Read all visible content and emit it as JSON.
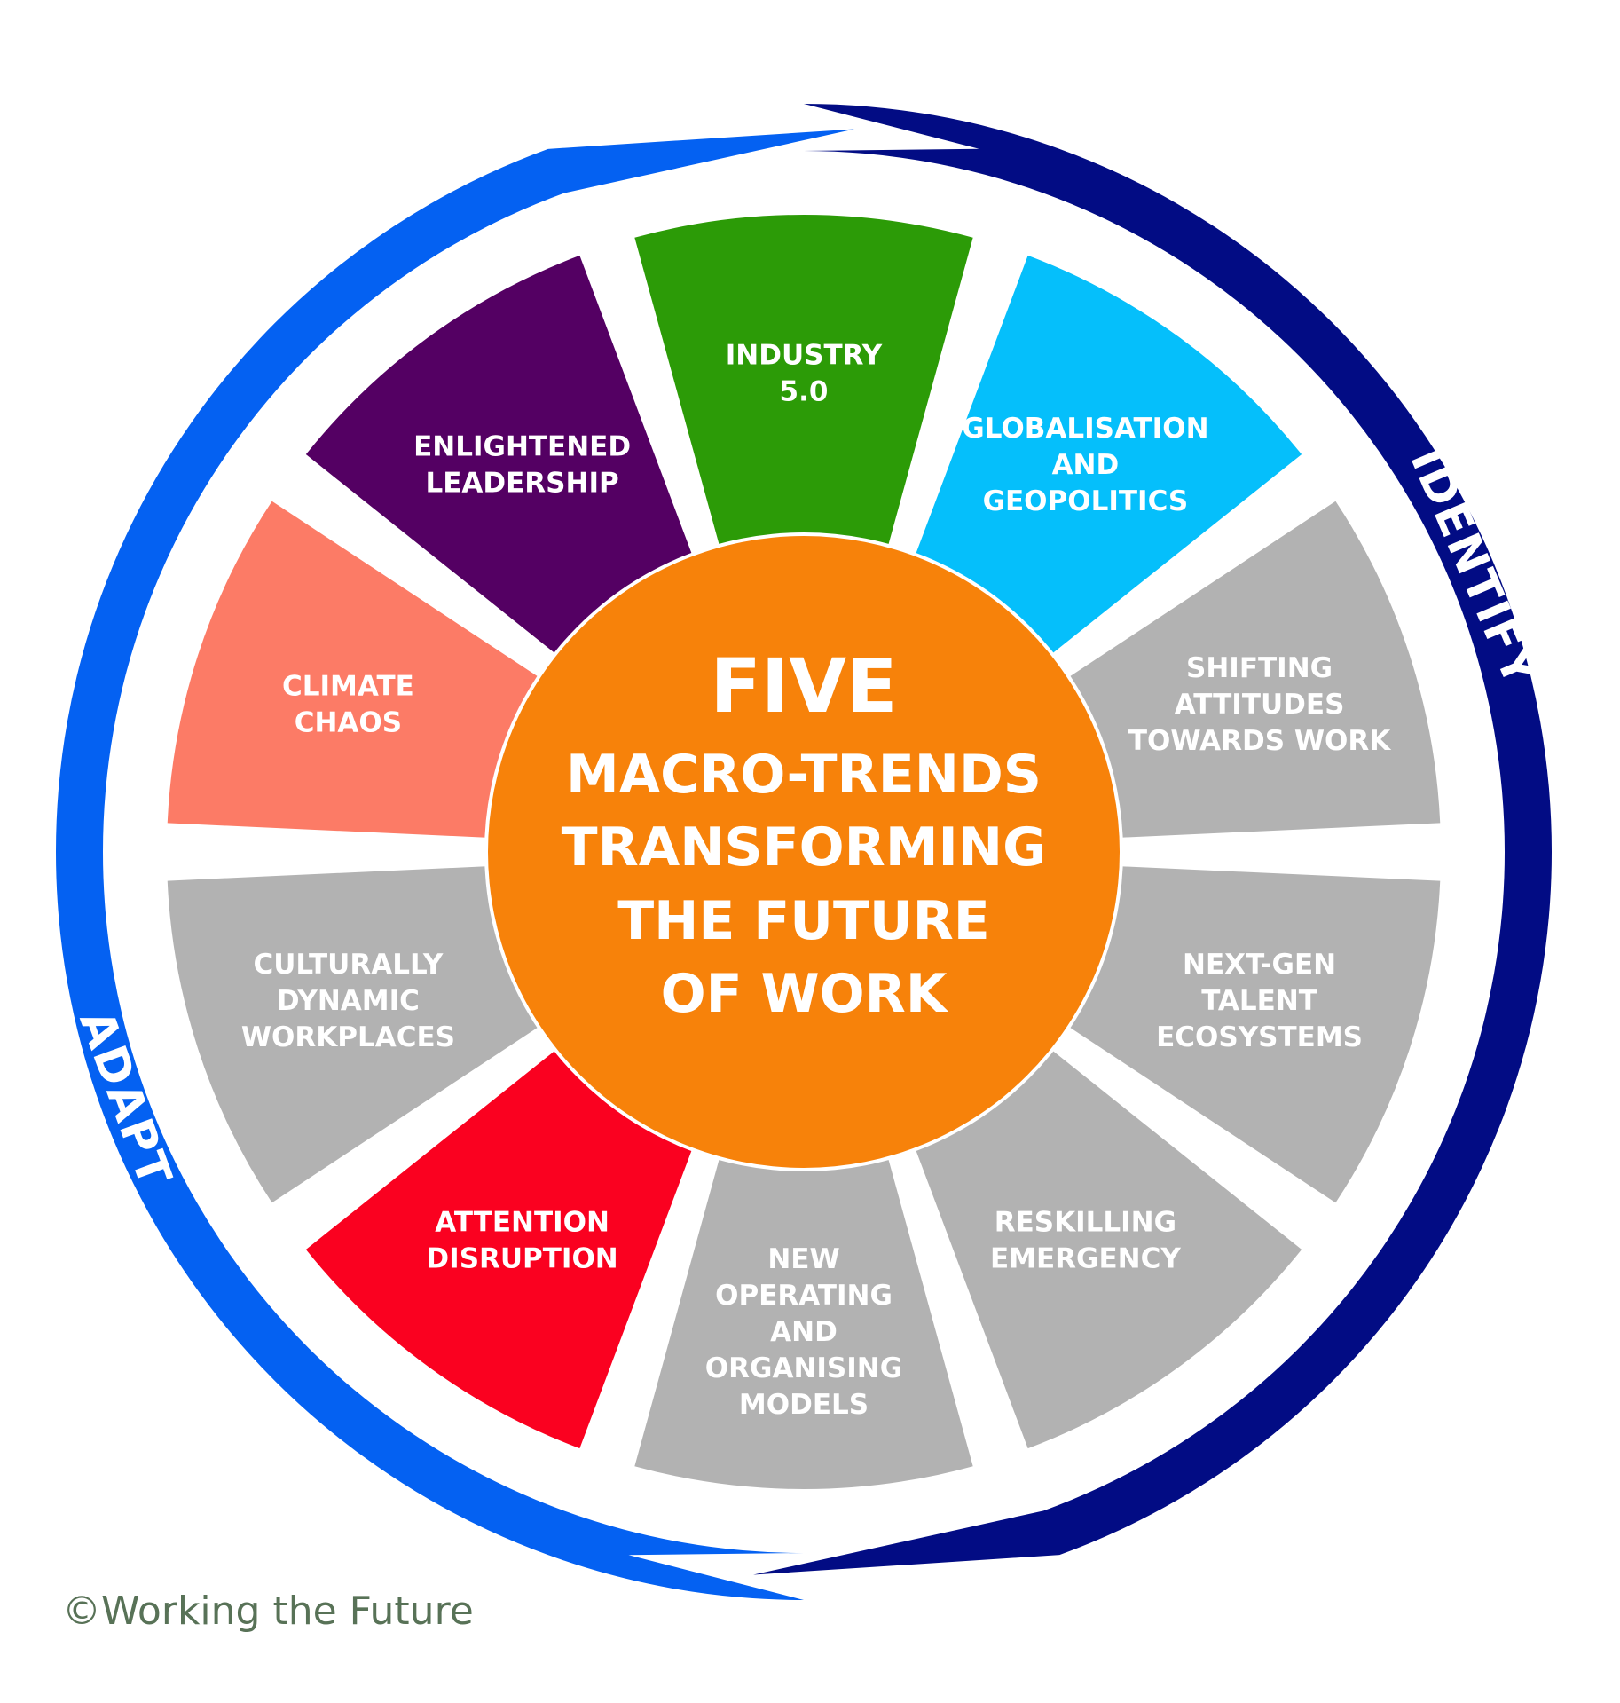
{
  "center": {
    "lines": [
      "FIVE",
      "MACRO-TRENDS",
      "TRANSFORMING",
      "THE FUTURE",
      "OF WORK"
    ],
    "color": "#F7820A"
  },
  "ring": {
    "adapt": {
      "label": "ADAPT",
      "color": "#0461F2"
    },
    "identify": {
      "label": "IDENTIFY",
      "color": "#020C84"
    }
  },
  "segments": [
    {
      "name": "industry-5",
      "lines": [
        "INDUSTRY",
        "5.0"
      ],
      "color": "#2C9B07"
    },
    {
      "name": "globalisation",
      "lines": [
        "GLOBALISATION",
        "AND",
        "GEOPOLITICS"
      ],
      "color": "#05BFFB"
    },
    {
      "name": "shifting-attitudes",
      "lines": [
        "SHIFTING",
        "ATTITUDES",
        "TOWARDS WORK"
      ],
      "color": "#B2B2B2"
    },
    {
      "name": "next-gen-talent",
      "lines": [
        "NEXT-GEN",
        "TALENT",
        "ECOSYSTEMS"
      ],
      "color": "#B2B2B2"
    },
    {
      "name": "reskilling",
      "lines": [
        "RESKILLING",
        "EMERGENCY"
      ],
      "color": "#B2B2B2"
    },
    {
      "name": "new-operating-models",
      "lines": [
        "NEW",
        "OPERATING",
        "AND",
        "ORGANISING",
        "MODELS"
      ],
      "color": "#B2B2B2"
    },
    {
      "name": "attention-disruption",
      "lines": [
        "ATTENTION",
        "DISRUPTION"
      ],
      "color": "#FA0120"
    },
    {
      "name": "culturally-dynamic",
      "lines": [
        "CULTURALLY",
        "DYNAMIC",
        "WORKPLACES"
      ],
      "color": "#B2B2B2"
    },
    {
      "name": "climate-chaos",
      "lines": [
        "CLIMATE",
        "CHAOS"
      ],
      "color": "#FC7B66"
    },
    {
      "name": "enlightened-leadership",
      "lines": [
        "ENLIGHTENED",
        "LEADERSHIP"
      ],
      "color": "#540063"
    }
  ],
  "footer": {
    "copyright": "©Working the Future"
  }
}
